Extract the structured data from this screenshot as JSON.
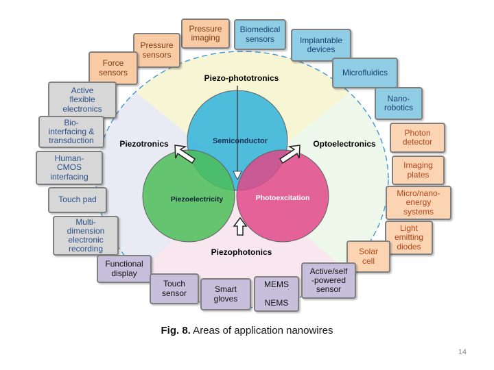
{
  "colors": {
    "piezotronics": "#5e9fd2",
    "optoelectronics": "#d94f86",
    "semiconductor": "#2fb3dc",
    "piezoelectricity": "#4cbd58",
    "photoexcitation": "#e0498a",
    "piezophotonics": "#333333",
    "piezo_phototronics": "#111111"
  },
  "regions": {
    "piezo_phototronics": "Piezo-phototronics",
    "piezotronics": "Piezotronics",
    "optoelectronics": "Optoelectronics",
    "piezophotonics": "Piezophotonics"
  },
  "circles": {
    "semiconductor": "Semiconductor",
    "piezoelectricity": "Piezoelectricity",
    "photoexcitation": "Photoexcitation"
  },
  "applications": {
    "pressure_imaging": "Pressure\nimaging",
    "biomedical_sensors": "Biomedical\nsensors",
    "pressure_sensors": "Pressure\nsensors",
    "implantable_devices": "Implantable\ndevices",
    "force_sensors": "Force\nsensors",
    "microfluidics": "Microfluidics",
    "active_flexible": "Active\nflexible\nelectronics",
    "nano_robotics": "Nano-\nrobotics",
    "bio_interfacing": "Bio-\ninterfacing &\ntransduction",
    "photon_detector": "Photon\ndetector",
    "human_cmos": "Human-\nCMOS\ninterfacing",
    "imaging_plates": "Imaging\nplates",
    "touch_pad": "Touch pad",
    "micro_nano_energy": "Micro/nano-\nenergy\nsystems",
    "multi_dimension": "Multi-\ndimension\nelectronic\nrecording",
    "light_emitting": "Light\nemitting\ndiodes",
    "solar_cell": "Solar\ncell",
    "functional_display": "Functional\ndisplay",
    "touch_sensor": "Touch\nsensor",
    "smart_gloves": "Smart\ngloves",
    "mems_nems": "MEMS\n\nNEMS",
    "active_self_powered": "Active/self\n-powered\nsensor"
  },
  "caption": {
    "prefix": "Fig. 8.",
    "text": " Areas of application nanowires"
  },
  "page_number": "14"
}
